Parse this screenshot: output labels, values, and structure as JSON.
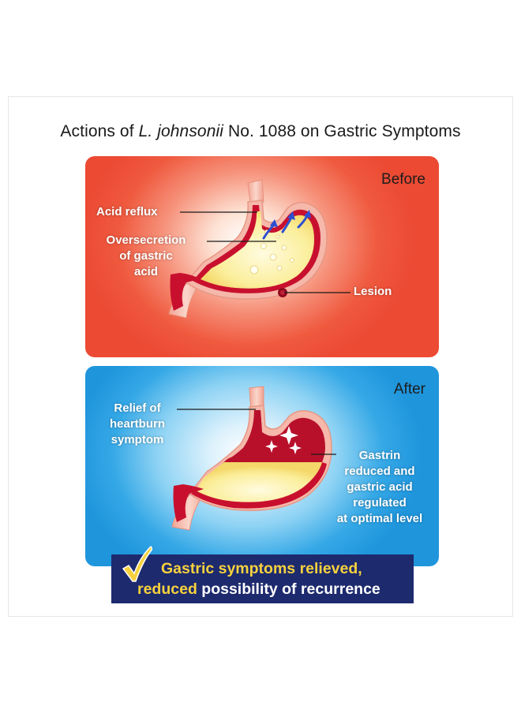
{
  "title": {
    "prefix": "Actions of ",
    "italic": "L. johnsonii",
    "suffix": " No. 1088 on Gastric Symptoms"
  },
  "before_panel": {
    "label": "Before",
    "callouts": {
      "acid_reflux": "Acid reflux",
      "oversecretion_1": "Oversecretion",
      "oversecretion_2": "of gastric",
      "oversecretion_3": "acid",
      "lesion": "Lesion"
    },
    "colors": {
      "panel": "#ec4a33",
      "stomach_fill": "#fdf2b3",
      "stomach_wall": "#c8102e",
      "arrows": "#2e4fd1"
    }
  },
  "after_panel": {
    "label": "After",
    "callouts": {
      "relief_1": "Relief of",
      "relief_2": "heartburn",
      "relief_3": "symptom",
      "gastrin_1": "Gastrin",
      "gastrin_2": "reduced and",
      "gastrin_3": "gastric acid",
      "gastrin_4": "regulated",
      "gastrin_5": "at optimal level"
    },
    "colors": {
      "panel": "#1f95dc",
      "stomach_fill": "#fdf2b3",
      "acid_layer": "#b8102b"
    }
  },
  "banner": {
    "line1_gold": "Gastric symptoms relieved,",
    "line2_gold": "reduced",
    "line2_white": " possibility of recurrence",
    "icon": "check-icon",
    "colors": {
      "background": "#1d2a6e",
      "accent": "#f7d23e"
    }
  }
}
